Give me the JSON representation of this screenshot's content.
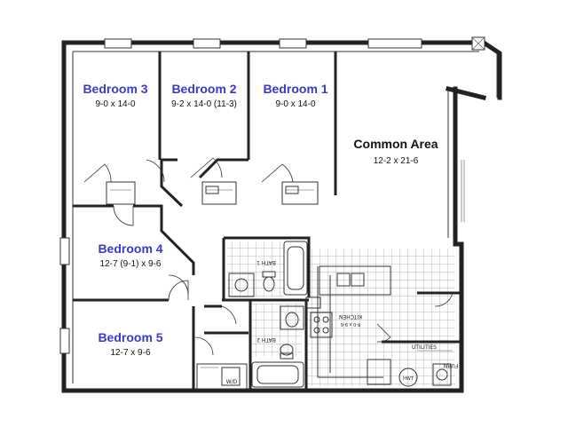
{
  "rooms": {
    "bedroom3": {
      "name": "Bedroom 3",
      "dims": "9-0 x 14-0"
    },
    "bedroom2": {
      "name": "Bedroom 2",
      "dims": "9-2 x 14-0 (11-3)"
    },
    "bedroom1": {
      "name": "Bedroom 1",
      "dims": "9-0 x 14-0"
    },
    "common": {
      "name": "Common Area",
      "dims": "12-2 x 21-6"
    },
    "bedroom4": {
      "name": "Bedroom 4",
      "dims": "12-7 (9-1) x 9-6"
    },
    "bedroom5": {
      "name": "Bedroom 5",
      "dims": "12-7 x 9-6"
    }
  },
  "labels": {
    "bath1": "BATH 1",
    "bath2": "BATH 2",
    "kitchen": "KITCHEN",
    "kitchen_dims": "8-0 x 9-6",
    "utilities": "UTILITIES",
    "furn": "FURN",
    "hwt": "HWT",
    "wd": "W/D"
  },
  "colors": {
    "bedroom_label": "#3b3bbf",
    "walls": "#222222",
    "background": "#ffffff"
  }
}
